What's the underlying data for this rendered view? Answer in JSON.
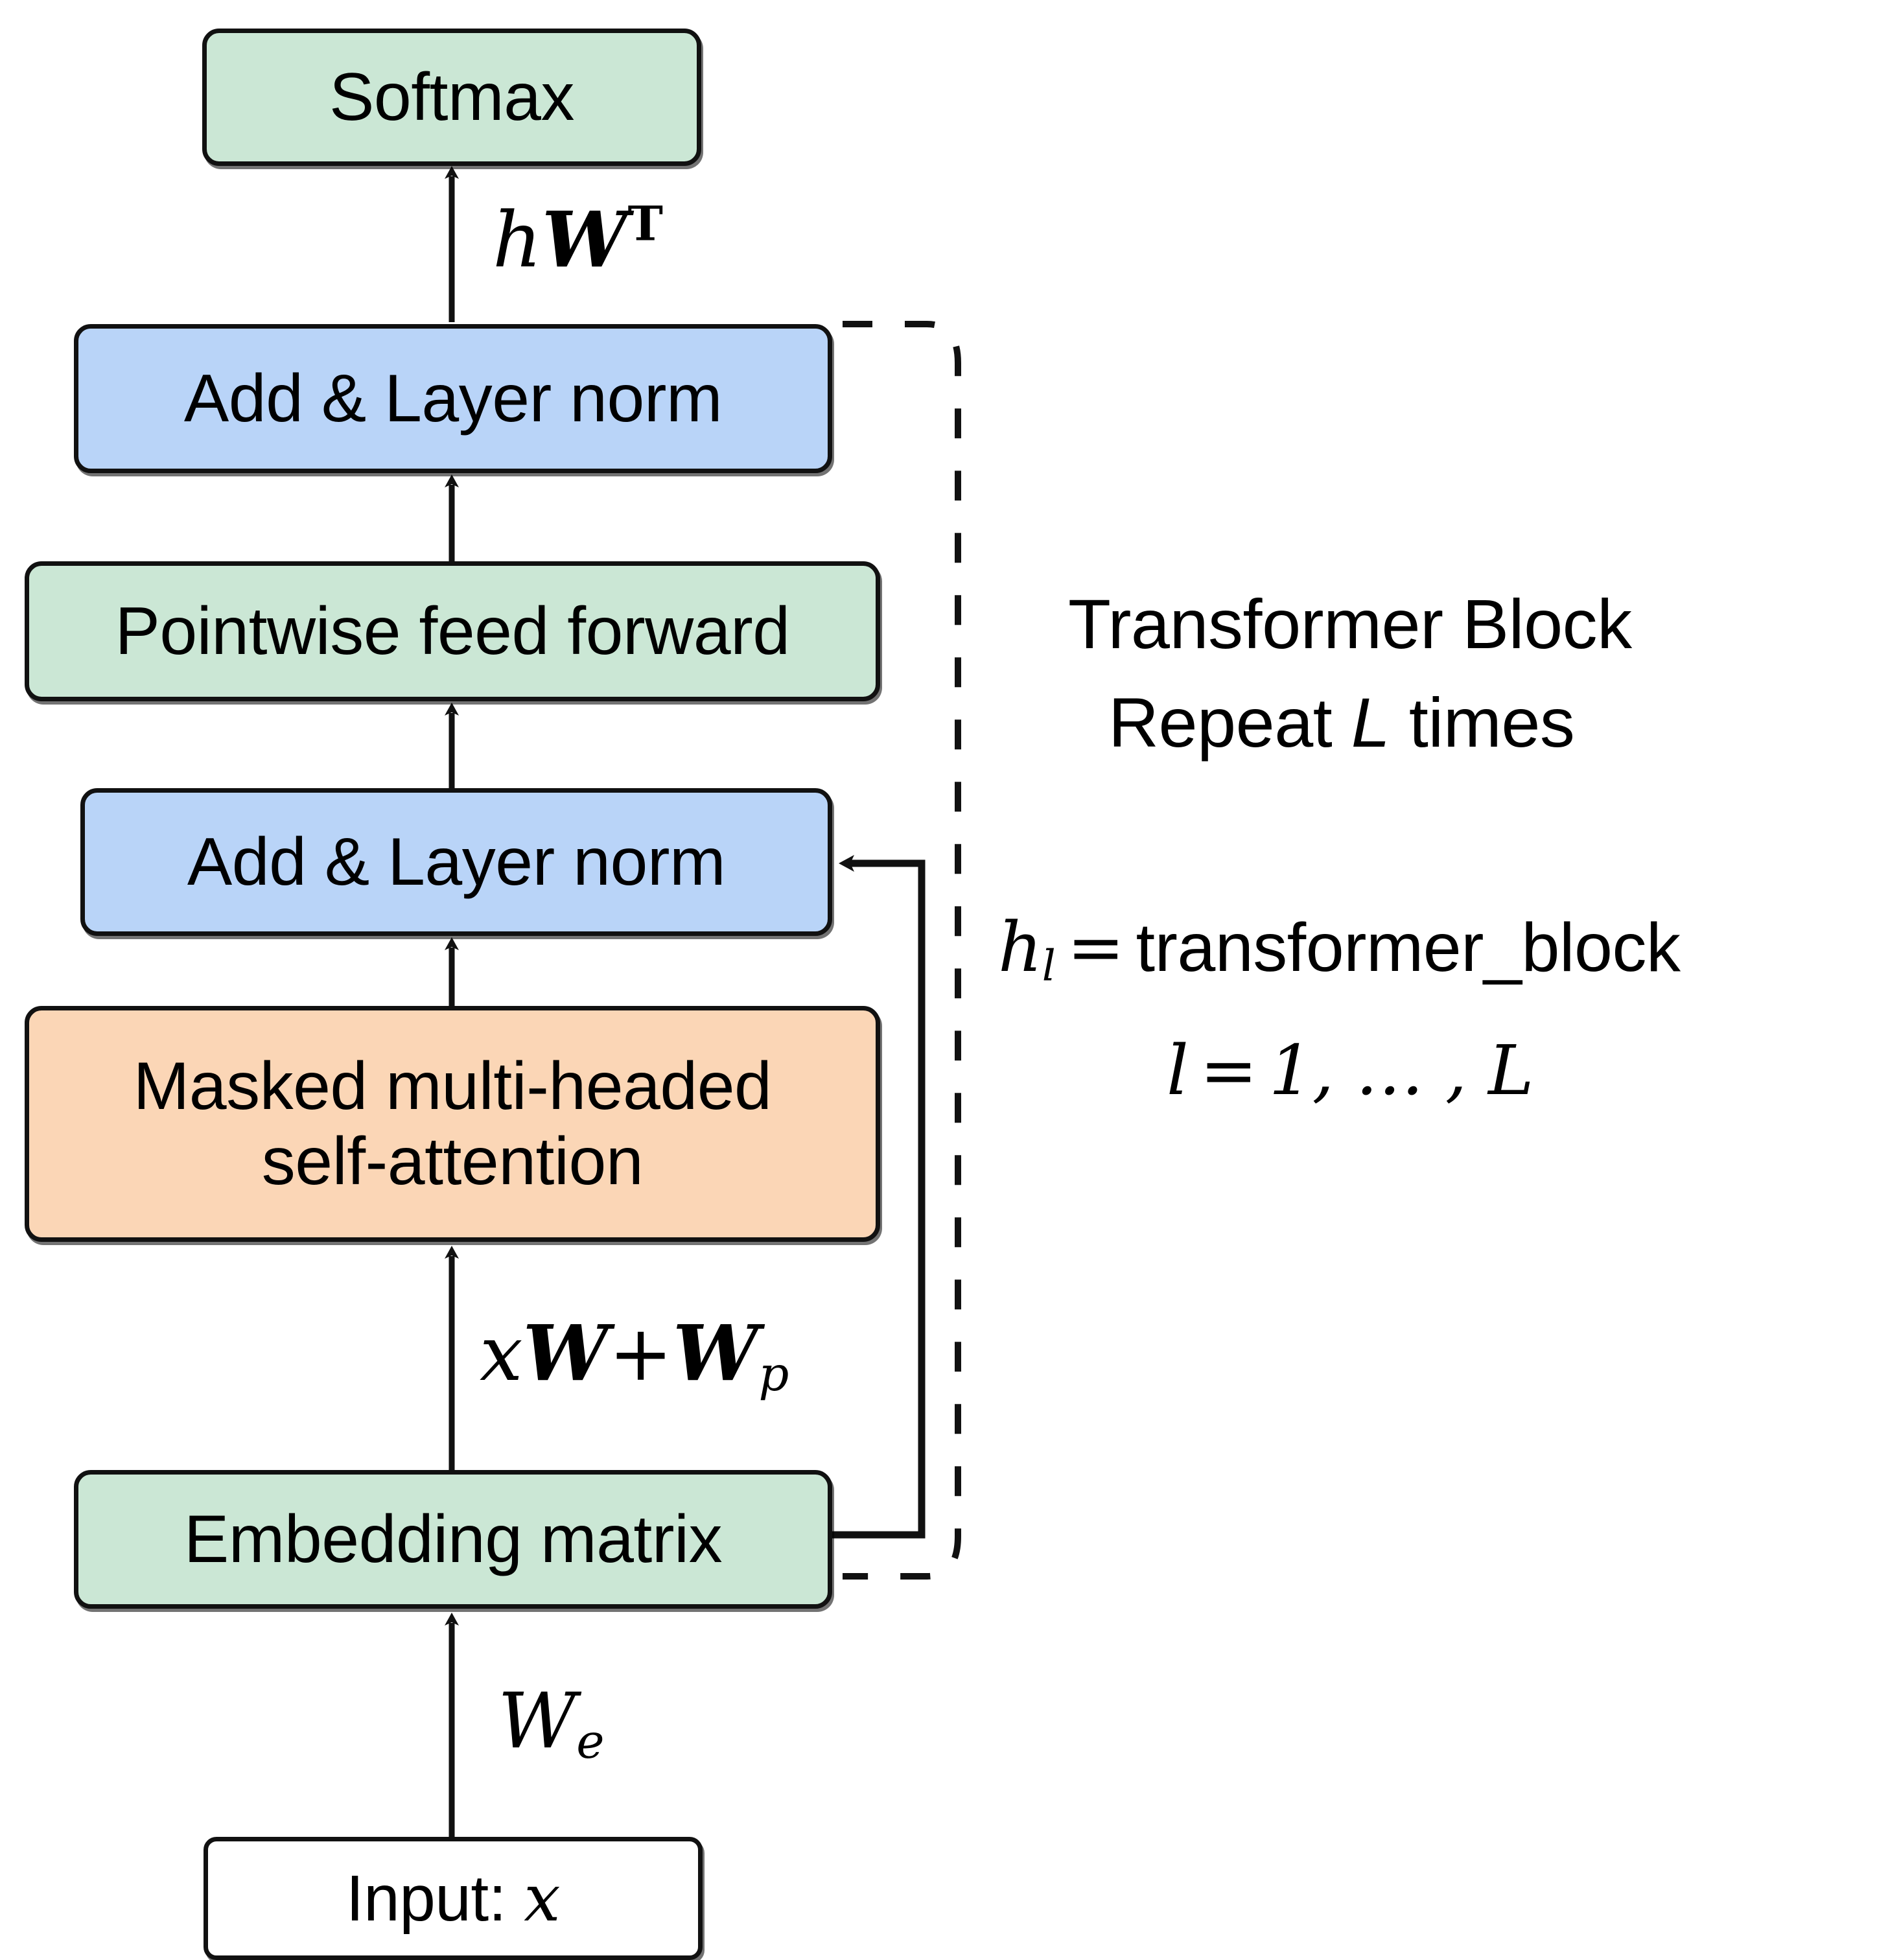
{
  "figure": {
    "type": "diagram",
    "subject": "Transformer decoder block architecture (GPT-style)",
    "background_color": "#ffffff"
  },
  "colors": {
    "green_fill": "#cbe7d5",
    "blue_fill": "#b9d4f8",
    "orange_fill": "#fbd6b6",
    "white_fill": "#ffffff",
    "stroke": "#111111"
  },
  "nodes": [
    {
      "id": "softmax",
      "label": "Softmax",
      "fill": "green"
    },
    {
      "id": "add_norm_top",
      "label": "Add & Layer norm",
      "fill": "blue"
    },
    {
      "id": "pointwise",
      "label": "Pointwise feed forward",
      "fill": "green"
    },
    {
      "id": "add_norm_bottom",
      "label": "Add & Layer norm",
      "fill": "blue"
    },
    {
      "id": "attention",
      "label": "Masked multi-headed\nself-attention",
      "fill": "orange"
    },
    {
      "id": "embedding",
      "label": "Embedding matrix",
      "fill": "green"
    },
    {
      "id": "input",
      "label": "Input: x",
      "fill": "white"
    }
  ],
  "edge_labels": {
    "softmax_projection": "hWᵀ",
    "embedding_sum": "xW+Wₚ",
    "token_embedding": "Wₑ"
  },
  "edge_label_parts": {
    "hwt": {
      "h": "h",
      "W": "W",
      "T": "T"
    },
    "xwwp": {
      "x": "x",
      "W1": "W",
      "plus": "+",
      "W2": "W",
      "p": "p"
    },
    "we": {
      "W": "W",
      "e": "e"
    }
  },
  "annotations": {
    "block_title_line1": "Transformer Block",
    "block_title_line2_pre": "Repeat ",
    "block_title_line2_var": "L",
    "block_title_line2_post": " times",
    "equation1": {
      "lhs_var": "h",
      "lhs_sub": "l",
      "equals": "=",
      "rhs": "transformer_block"
    },
    "equation2": {
      "var": "l",
      "equals": "=",
      "range": "1, … , L"
    }
  },
  "edges": [
    {
      "from": "add_norm_top",
      "to": "softmax",
      "style": "solid-arrow",
      "label": "hWᵀ"
    },
    {
      "from": "pointwise",
      "to": "add_norm_top",
      "style": "solid-arrow",
      "label": ""
    },
    {
      "from": "add_norm_bottom",
      "to": "pointwise",
      "style": "solid-arrow",
      "label": ""
    },
    {
      "from": "attention",
      "to": "add_norm_bottom",
      "style": "solid-arrow",
      "label": ""
    },
    {
      "from": "embedding",
      "to": "attention",
      "style": "solid-arrow",
      "label": "xW+Wₚ"
    },
    {
      "from": "input",
      "to": "embedding",
      "style": "solid-arrow",
      "label": "Wₑ"
    },
    {
      "from": "embedding",
      "to": "add_norm_bottom",
      "style": "skip-connection-right",
      "label": ""
    },
    {
      "from": "add_norm_top",
      "to": "embedding",
      "style": "dashed-bracket",
      "label": "Transformer Block Repeat L times"
    }
  ]
}
